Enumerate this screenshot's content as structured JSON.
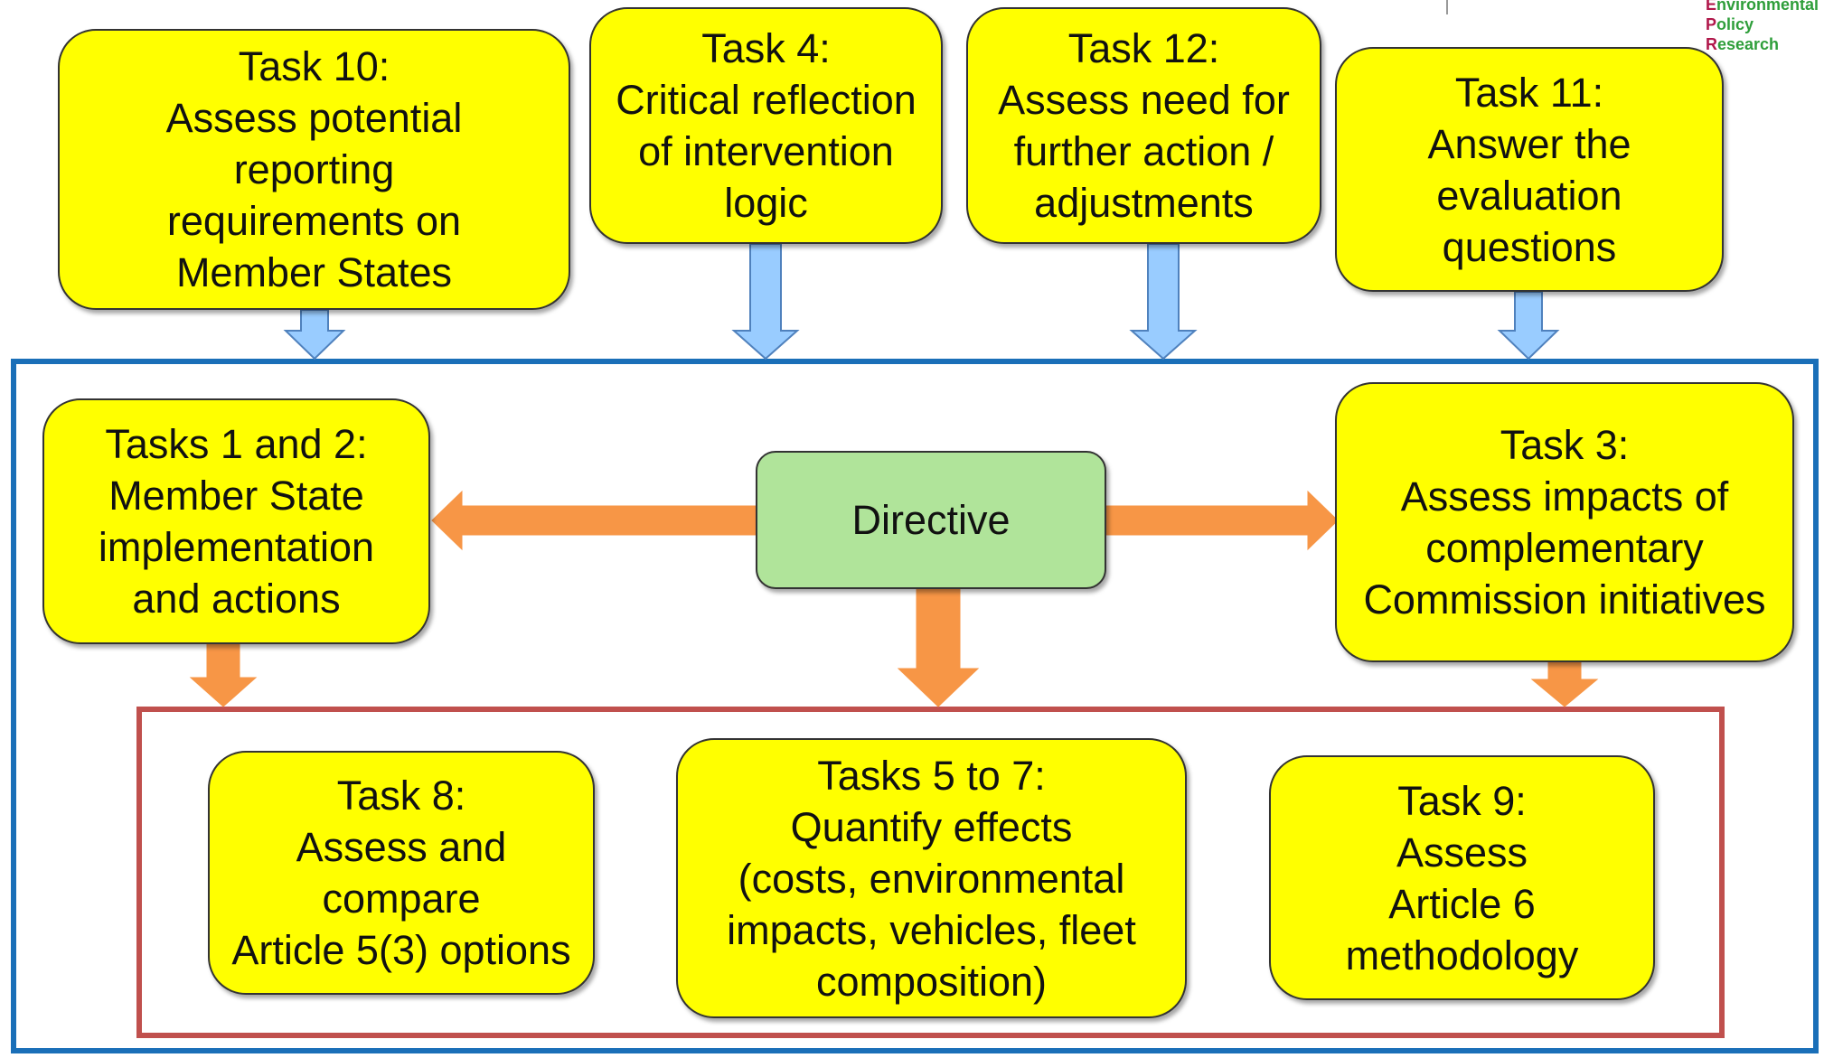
{
  "logo": {
    "line1": "Environmental",
    "line2_initial": "P",
    "line2_rest": "olicy",
    "line3_initial": "R",
    "line3_rest": "esearch"
  },
  "tasks": {
    "task10": [
      "Task 10:",
      "Assess potential",
      "reporting",
      "requirements on",
      "Member States"
    ],
    "task4": [
      "Task 4:",
      "Critical reflection",
      "of intervention",
      "logic"
    ],
    "task12": [
      "Task 12:",
      "Assess need for",
      "further action /",
      "adjustments"
    ],
    "task11": [
      "Task 11:",
      "Answer the",
      "evaluation",
      "questions"
    ],
    "task1_2": [
      "Tasks 1 and 2:",
      "Member State",
      "implementation",
      "and actions"
    ],
    "task3": [
      "Task 3:",
      "Assess impacts of",
      "complementary",
      "Commission initiatives"
    ],
    "task8": [
      "Task 8:",
      "Assess and",
      "compare",
      "Article 5(3) options"
    ],
    "task5_7": [
      "Tasks 5 to 7:",
      "Quantify effects",
      "(costs, environmental",
      "impacts, vehicles, fleet",
      "composition)"
    ],
    "task9": [
      "Task 9:",
      "Assess",
      "Article 6",
      "methodology"
    ]
  },
  "directive": "Directive",
  "colors": {
    "task_fill": "#ffff00",
    "directive_fill": "#b0e49a",
    "blue_arrow": "#99ccff",
    "orange_arrow": "#f79646",
    "outer_frame": "#1a6fb8",
    "inner_frame": "#c0504d"
  }
}
